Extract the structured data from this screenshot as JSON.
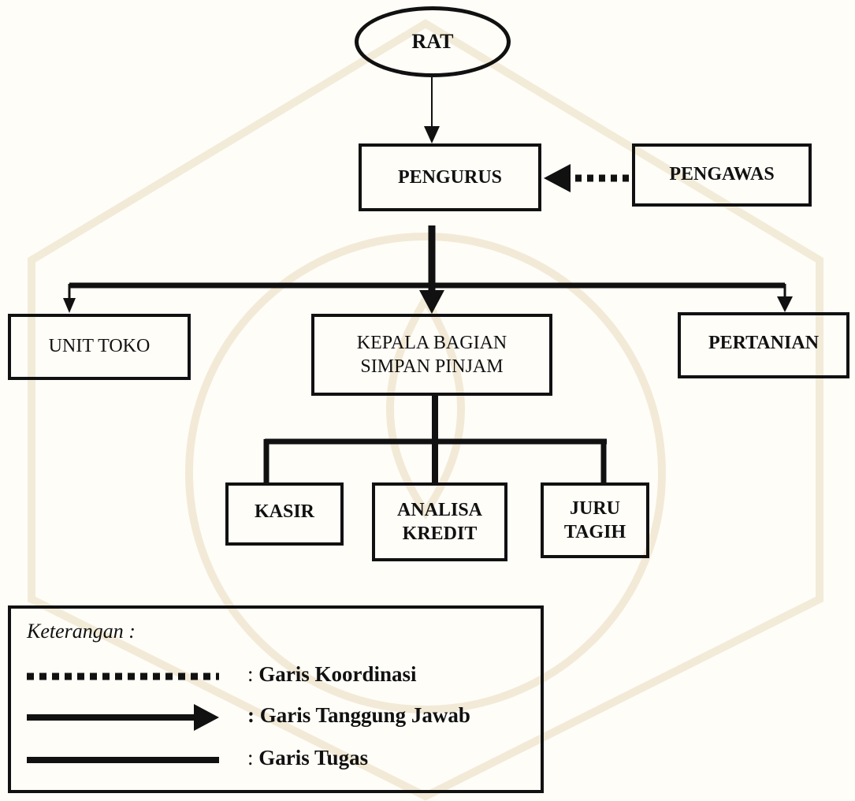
{
  "diagram": {
    "nodes": {
      "rat": "RAT",
      "pengurus": "PENGURUS",
      "pengawas": "PENGAWAS",
      "unit_toko": "UNIT TOKO",
      "kepala_bagian": "KEPALA BAGIAN\nSIMPAN PINJAM",
      "pertanian": "PERTANIAN",
      "kasir": "KASIR",
      "analisa_kredit": "ANALISA\nKREDIT",
      "juru_tagih": "JURU\nTAGIH"
    }
  },
  "legend": {
    "title": "Keterangan :",
    "items": [
      {
        "label": ": Garis Koordinasi"
      },
      {
        "label": ": Garis Tanggung Jawab"
      },
      {
        "label": ": Garis Tugas"
      }
    ]
  },
  "colors": {
    "ink": "#111111",
    "watermark": "#e6dcc0"
  }
}
